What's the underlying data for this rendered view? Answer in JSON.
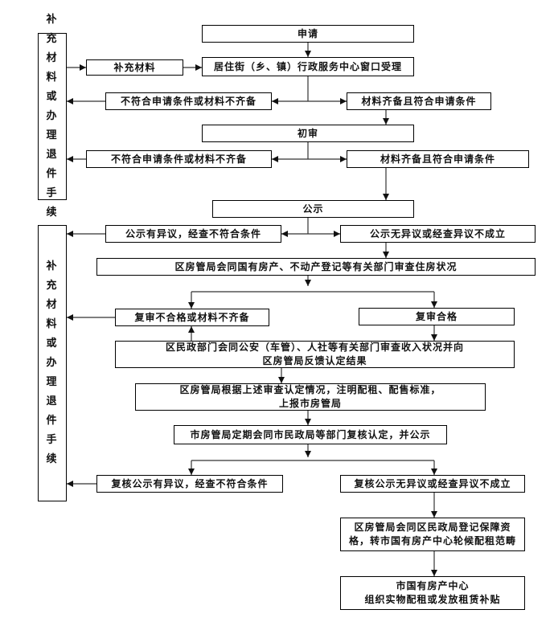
{
  "diagram": {
    "type": "flowchart",
    "nodes": {
      "apply": "申请",
      "window_accept": "居住街（乡、镇）行政服务中心窗口受理",
      "supplement": "补充材料",
      "reject1": "不符合申请条件或材料不齐备",
      "ok1": "材料齐备且符合申请条件",
      "initial_review": "初审",
      "reject2": "不符合申请条件或材料不齐备",
      "ok2": "材料齐备且符合申请条件",
      "publicity": "公示",
      "pub_objection": "公示有异议，经查不符合条件",
      "pub_no_objection": "公示无异议或经查异议不成立",
      "housing_review": "区房管局会同国有房产、不动产登记等有关部门审查住房状况",
      "recheck_fail": "复审不合格或材料不齐备",
      "recheck_pass": "复审合格",
      "income_review_l1": "区民政部门会同公安（车管）、人社等有关部门审查收入状况并向",
      "income_review_l2": "区房管局反馈认定结果",
      "standard_l1": "区房管局根据上述审查认定情况，注明配租、配售标准，",
      "standard_l2": "上报市房管局",
      "city_review": "市房管局定期会同市民政局等部门复核认定，并公示",
      "final_objection": "复核公示有异议，经查不符合条件",
      "final_no_objection": "复核公示无异议或经查异议不成立",
      "register_l1": "区房管局会同区民政局登记保障资",
      "register_l2": "格，转市国有房产中心轮候配租范畴",
      "allocate_l1": "市国有房产中心",
      "allocate_l2": "组织实物配租或发放租赁补贴"
    },
    "side_panels": {
      "top": "补充材料或办理退件手续",
      "bottom": "补充材料或办理退件手续"
    }
  }
}
